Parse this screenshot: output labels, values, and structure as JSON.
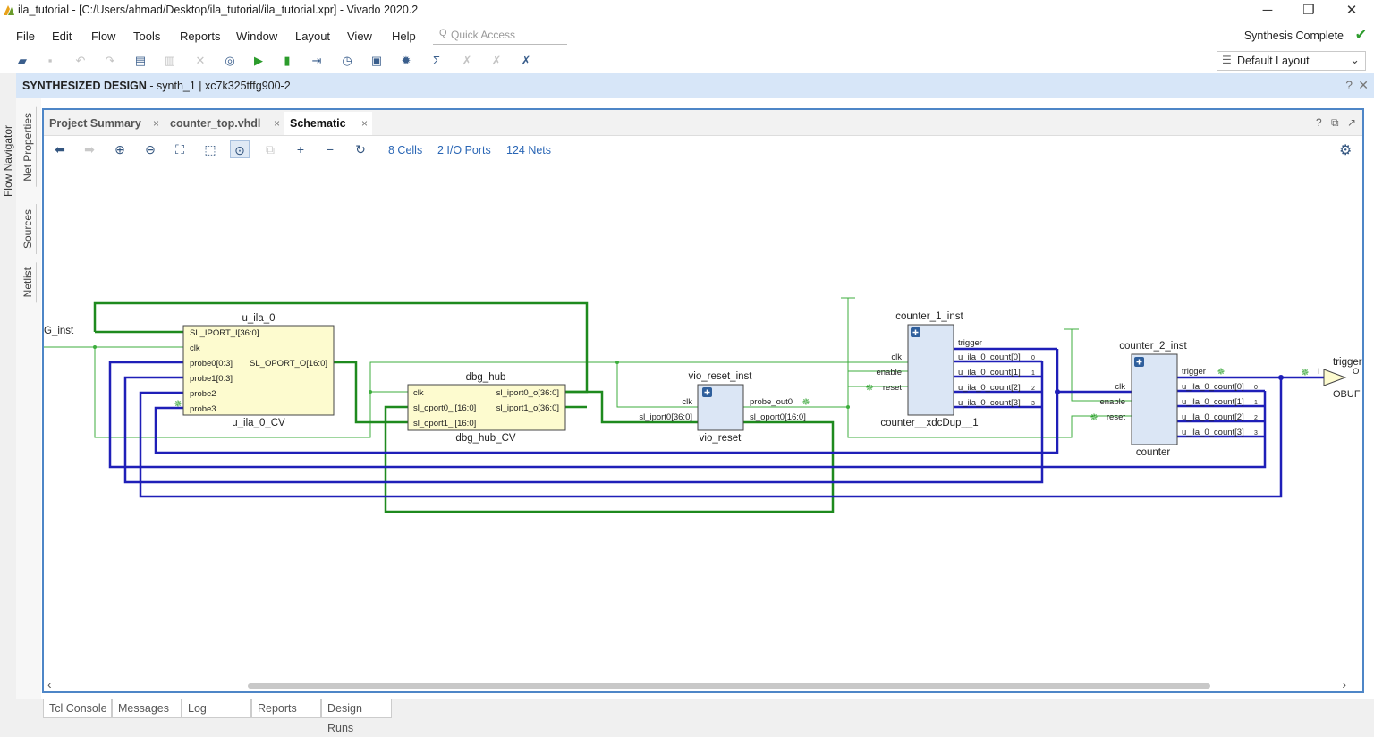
{
  "window": {
    "title": "ila_tutorial - [C:/Users/ahmad/Desktop/ila_tutorial/ila_tutorial.xpr] - Vivado 2020.2",
    "controls": {
      "minimize": "─",
      "restore": "❐",
      "close": "✕"
    }
  },
  "menu": {
    "items": [
      "File",
      "Edit",
      "Flow",
      "Tools",
      "Reports",
      "Window",
      "Layout",
      "View",
      "Help"
    ],
    "quick_access_placeholder": "Quick Access"
  },
  "status": {
    "text": "Synthesis Complete",
    "check": "✔"
  },
  "layout_selector": {
    "value": "Default Layout"
  },
  "design_header": {
    "title": "SYNTHESIZED DESIGN",
    "detail": " - synth_1 | xc7k325tffg900-2",
    "help": "?",
    "close": "✕"
  },
  "side_tabs": {
    "flow_navigator": "Flow Navigator",
    "net_properties": "Net Properties",
    "sources": "Sources",
    "netlist": "Netlist"
  },
  "doc_tabs": [
    {
      "label": "Project Summary",
      "close": "×"
    },
    {
      "label": "counter_top.vhdl",
      "close": "×"
    },
    {
      "label": "Schematic",
      "close": "×"
    }
  ],
  "tab_controls": {
    "help": "?",
    "float": "⧉",
    "maximize": "↗"
  },
  "schematic_stats": {
    "cells": "8 Cells",
    "ports": "2 I/O Ports",
    "nets": "124 Nets"
  },
  "schematic": {
    "port_in": "G_inst",
    "port_out_label": "trigger",
    "port_out_pin": "O",
    "obuf_in_pin": "I",
    "obuf_name": "OBUF",
    "u_ila_0": {
      "inst": "u_ila_0",
      "cell": "u_ila_0_CV",
      "left_pins": [
        "SL_IPORT_I[36:0]",
        "clk",
        "probe0[0:3]",
        "probe1[0:3]",
        "probe2",
        "probe3"
      ],
      "right_pin": "SL_OPORT_O[16:0]"
    },
    "dbg_hub": {
      "inst": "dbg_hub",
      "cell": "dbg_hub_CV",
      "left_pins": [
        "clk",
        "sl_oport0_i[16:0]",
        "sl_oport1_i[16:0]"
      ],
      "right_pins": [
        "sl_iport0_o[36:0]",
        "sl_iport1_o[36:0]"
      ]
    },
    "vio_reset": {
      "inst": "vio_reset_inst",
      "cell": "vio_reset",
      "left_pins": [
        "clk",
        "sl_iport0[36:0]"
      ],
      "right_pins": [
        "probe_out0",
        "sl_oport0[16:0]"
      ]
    },
    "counter_1": {
      "inst": "counter_1_inst",
      "cell": "counter__xdcDup__1",
      "left_pins": [
        "clk",
        "enable",
        "reset"
      ],
      "right_pins": [
        "trigger",
        "u_ila_0_count[0]",
        "u_ila_0_count[1]",
        "u_ila_0_count[2]",
        "u_ila_0_count[3]"
      ],
      "bus_idx": [
        "0",
        "1",
        "2",
        "3"
      ]
    },
    "counter_2": {
      "inst": "counter_2_inst",
      "cell": "counter",
      "left_pins": [
        "clk",
        "enable",
        "reset"
      ],
      "right_pins": [
        "trigger",
        "u_ila_0_count[0]",
        "u_ila_0_count[1]",
        "u_ila_0_count[2]",
        "u_ila_0_count[3]"
      ],
      "bus_idx": [
        "0",
        "1",
        "2",
        "3"
      ]
    }
  },
  "bottom_tabs": [
    "Tcl Console",
    "Messages",
    "Log",
    "Reports",
    "Design Runs"
  ],
  "colors": {
    "net_green": "#3cae3c",
    "bus_green": "#1e8a1e",
    "bus_blue": "#1f1fb8",
    "cell_yellow": "#fdfbcf",
    "cell_blue": "#dbe6f5",
    "accent": "#4e86c7"
  }
}
